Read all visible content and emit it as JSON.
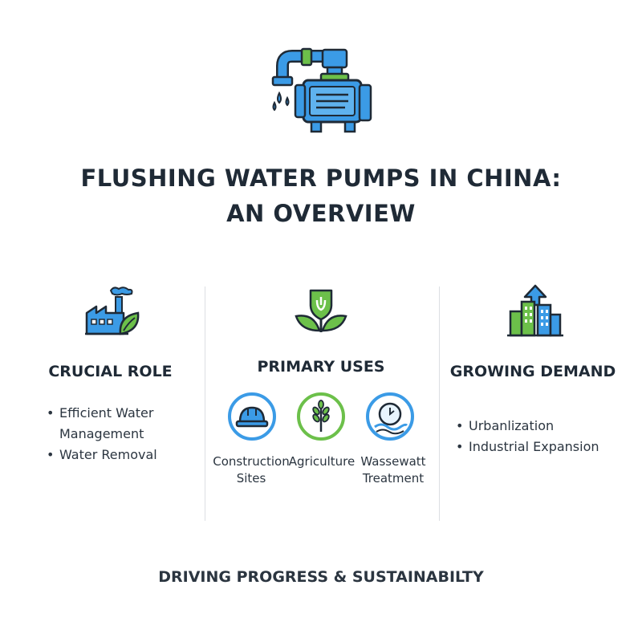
{
  "title": {
    "line1": "FLUSHING WATER PUMPS IN CHINA:",
    "line2": "AN OVERVIEW"
  },
  "icons": {
    "hero": "water-pump-icon",
    "crucial_role": "factory-leaf-icon",
    "primary_uses": "sprout-icon",
    "growing_demand": "city-growth-icon",
    "construction": "hard-hat-icon",
    "agriculture": "wheat-icon",
    "wastewater": "water-treatment-icon"
  },
  "colors": {
    "blue": "#3b9be6",
    "green": "#6cc04a",
    "dark": "#1f2a36"
  },
  "columns": {
    "crucial_role": {
      "heading": "CRUCIAL ROLE",
      "bullets": [
        "Efficient Water Management",
        "Water Removal"
      ]
    },
    "primary_uses": {
      "heading": "PRIMARY USES",
      "uses": [
        {
          "label_line1": "Construction",
          "label_line2": "Sites"
        },
        {
          "label_line1": "Agriculture",
          "label_line2": ""
        },
        {
          "label_line1": "Wassewatt",
          "label_line2": "Treatment"
        }
      ]
    },
    "growing_demand": {
      "heading": "GROWING DEMAND",
      "bullets": [
        "Urbanlization",
        "Industrial Expansion"
      ]
    }
  },
  "footer": "DRIVING PROGRESS & SUSTAINABILTY"
}
